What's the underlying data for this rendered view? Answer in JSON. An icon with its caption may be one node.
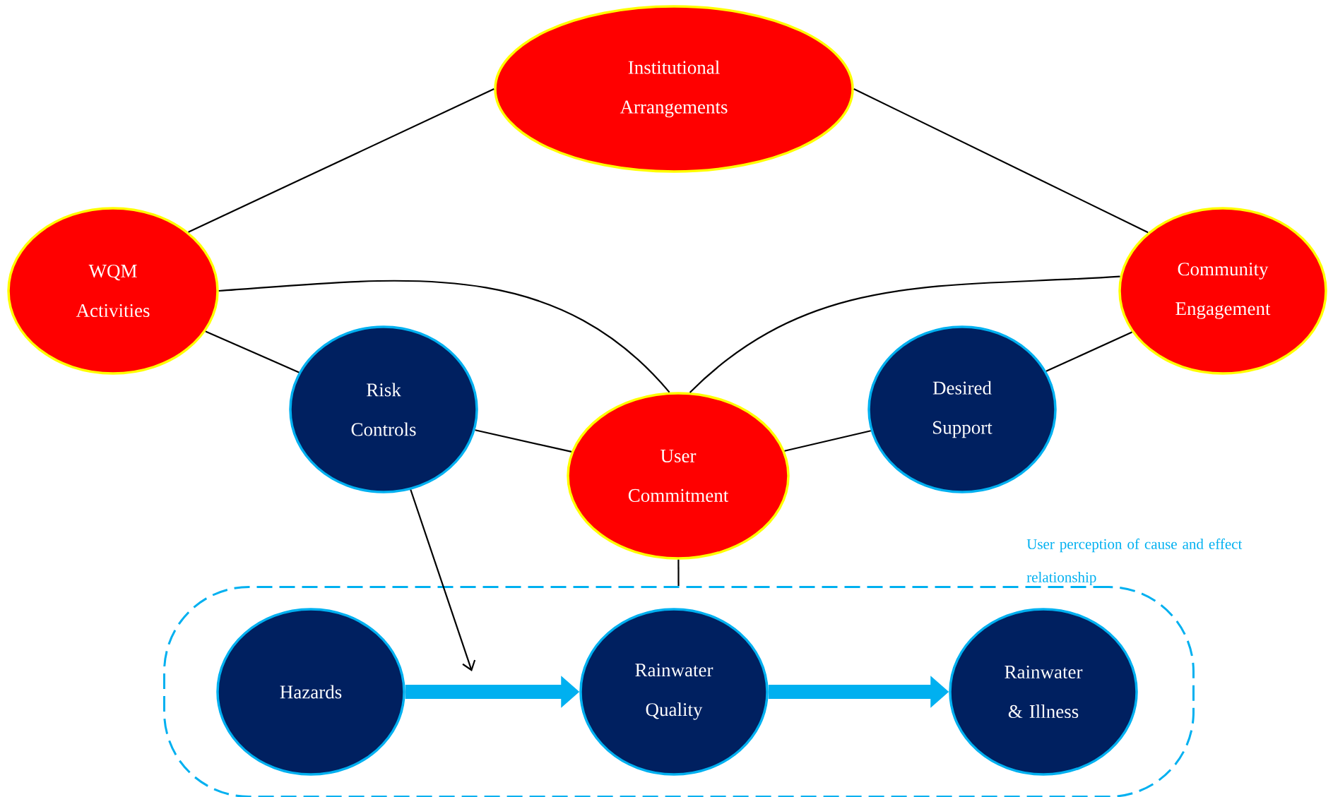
{
  "diagram": {
    "nodes": [
      {
        "text": [
          "Institutional Arrangements"
        ]
      },
      {
        "text": [
          "WQM Activities"
        ]
      },
      {
        "text": [
          "Community Engagement"
        ]
      },
      {
        "text": [
          "Risk Controls"
        ]
      },
      {
        "text": [
          "User Commitment"
        ]
      },
      {
        "text": [
          "Desired Support"
        ]
      },
      {
        "text": [
          "User perception of cause and effect relationship"
        ]
      },
      {
        "text": [
          "Hazards"
        ],
        "in": 6
      },
      {
        "text": [
          "Rainwater Quality"
        ],
        "in": 6
      },
      {
        "text": [
          "Rainwater & Illness"
        ],
        "in": 6
      }
    ],
    "edges": [
      {
        "from": 0,
        "to": 1,
        "arrow": "none"
      },
      {
        "from": 0,
        "to": 2,
        "arrow": "none"
      },
      {
        "from": 1,
        "to": 4,
        "arrow": "none"
      },
      {
        "from": 2,
        "to": 4,
        "arrow": "none"
      },
      {
        "from": 1,
        "to": 3,
        "arrow": "none"
      },
      {
        "from": 2,
        "to": 5,
        "arrow": "none"
      },
      {
        "from": 3,
        "to": 4,
        "arrow": "none"
      },
      {
        "from": 4,
        "to": 5,
        "arrow": "none"
      },
      {
        "from": 4,
        "to": 6,
        "arrow": "none"
      },
      {
        "from": 3,
        "to": null,
        "arrow": "to"
      },
      {
        "from": 7,
        "to": 8,
        "arrow": "to",
        "style": "thick",
        "color": "#00b0f0"
      },
      {
        "from": 8,
        "to": 9,
        "arrow": "to",
        "style": "thick",
        "color": "#00b0f0"
      }
    ]
  }
}
